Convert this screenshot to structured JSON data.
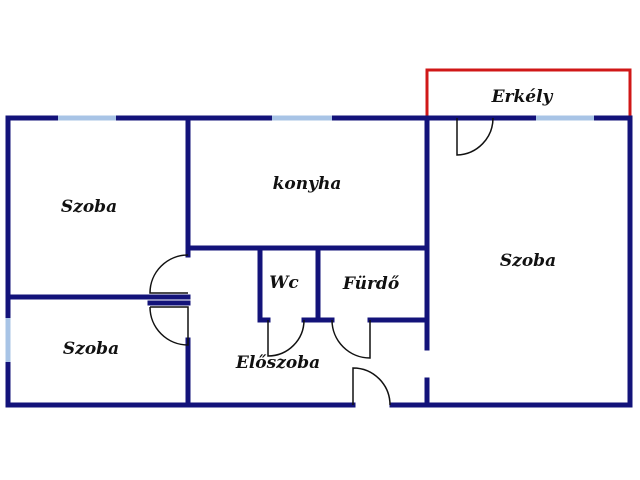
{
  "rooms": {
    "balcony": "Erkély",
    "kitchen": "konyha",
    "room_top_left": "Szoba",
    "room_bottom_left": "Szoba",
    "room_right": "Szoba",
    "wc": "Wc",
    "bathroom": "Fürdő",
    "hallway": "Előszoba"
  },
  "colors": {
    "wall": "#13137a",
    "window": "#a8c4e6",
    "balcony_outline": "#d01818",
    "door": "#111111",
    "background": "#ffffff"
  }
}
